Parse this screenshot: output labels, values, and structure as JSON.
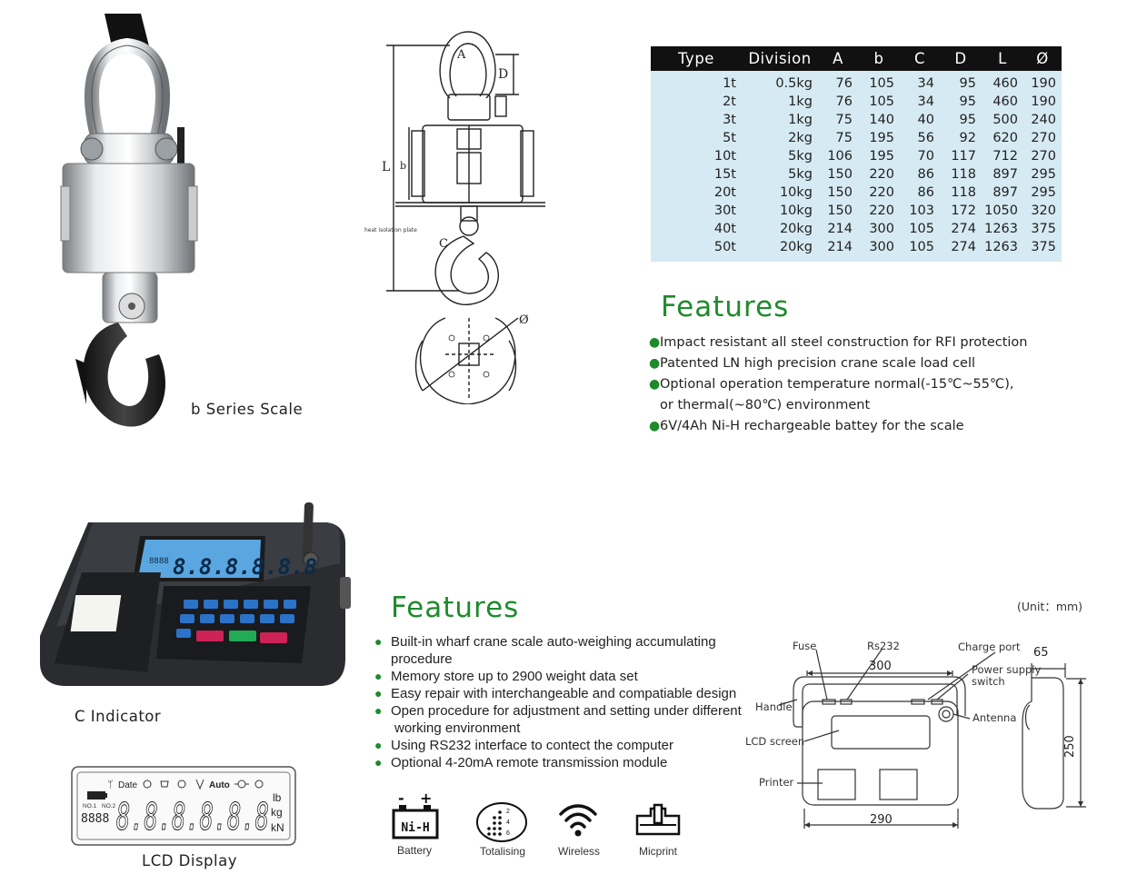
{
  "spec_table": {
    "headers": [
      "Type",
      "Division",
      "A",
      "b",
      "C",
      "D",
      "L",
      "Ø"
    ],
    "rows": [
      [
        "1t",
        "0.5kg",
        "76",
        "105",
        "34",
        "95",
        "460",
        "190"
      ],
      [
        "2t",
        "1kg",
        "76",
        "105",
        "34",
        "95",
        "460",
        "190"
      ],
      [
        "3t",
        "1kg",
        "75",
        "140",
        "40",
        "95",
        "500",
        "240"
      ],
      [
        "5t",
        "2kg",
        "75",
        "195",
        "56",
        "92",
        "620",
        "270"
      ],
      [
        "10t",
        "5kg",
        "106",
        "195",
        "70",
        "117",
        "712",
        "270"
      ],
      [
        "15t",
        "5kg",
        "150",
        "220",
        "86",
        "118",
        "897",
        "295"
      ],
      [
        "20t",
        "10kg",
        "150",
        "220",
        "86",
        "118",
        "897",
        "295"
      ],
      [
        "30t",
        "10kg",
        "150",
        "220",
        "103",
        "172",
        "1050",
        "320"
      ],
      [
        "40t",
        "20kg",
        "214",
        "300",
        "105",
        "274",
        "1263",
        "375"
      ],
      [
        "50t",
        "20kg",
        "214",
        "300",
        "105",
        "274",
        "1263",
        "375"
      ]
    ]
  },
  "scale": {
    "caption": "b Series Scale"
  },
  "hook_diagram": {
    "labels": {
      "A": "A",
      "D": "D",
      "L": "L",
      "b": "b",
      "C": "C",
      "phi": "Ø",
      "plate": "heat isolation plate"
    }
  },
  "features_top": {
    "title": "Features",
    "items": [
      "Impact resistant all steel construction for RFI protection",
      "Patented LN high precision crane scale load cell",
      "Optional operation temperature normal(-15℃~55℃),",
      "6V/4Ah Ni-H rechargeable battey for the scale"
    ],
    "item3_continuation": "or thermal(~80℃) environment"
  },
  "indicator": {
    "caption": "C Indicator",
    "lcd_digits": "8.8.8.8.8.8",
    "small_digits": "8888"
  },
  "lcd_display": {
    "caption": "LCD Display",
    "date_label": "Date",
    "auto_label": "Auto",
    "no1": "NO.1",
    "no2": "NO.2",
    "digits": "8.8.8.8.8.8",
    "small_digits": "8888",
    "units": [
      "lb",
      "kg",
      "kN"
    ]
  },
  "features_bottom": {
    "title": "Features",
    "items": [
      {
        "text": "Built-in wharf crane scale auto-weighing accumulating",
        "cont": "procedure"
      },
      {
        "text": "Memory store up to 2900 weight data set",
        "cont": ""
      },
      {
        "text": "Easy repair with interchangeable and compatiable design",
        "cont": ""
      },
      {
        "text": "Open procedure for adjustment and setting under different",
        "cont": "working environment"
      },
      {
        "text": "Using RS232 interface to contect the computer",
        "cont": ""
      },
      {
        "text": "Optional 4-20mA remote transmission module",
        "cont": ""
      }
    ]
  },
  "icons": [
    {
      "name": "battery",
      "label": "Battery",
      "glyph": "Ni-H",
      "plus": "+",
      "minus": "-"
    },
    {
      "name": "totalising",
      "label": "Totalising",
      "n1": "2",
      "n2": "4",
      "n3": "6"
    },
    {
      "name": "wireless",
      "label": "Wireless"
    },
    {
      "name": "micprint",
      "label": "Micprint"
    }
  ],
  "indicator_diagram": {
    "unit": "(Unit：mm)",
    "labels": {
      "fuse": "Fuse",
      "rs232": "Rs232",
      "charge_port": "Charge port",
      "power_supply": "Power supply",
      "switch": "switch",
      "handle": "Handle",
      "antenna": "Antenna",
      "lcd_screen": "LCD screen",
      "printer": "Printer"
    },
    "dims": {
      "width_top": "300",
      "width_bottom": "290",
      "depth": "65",
      "height": "250"
    }
  }
}
